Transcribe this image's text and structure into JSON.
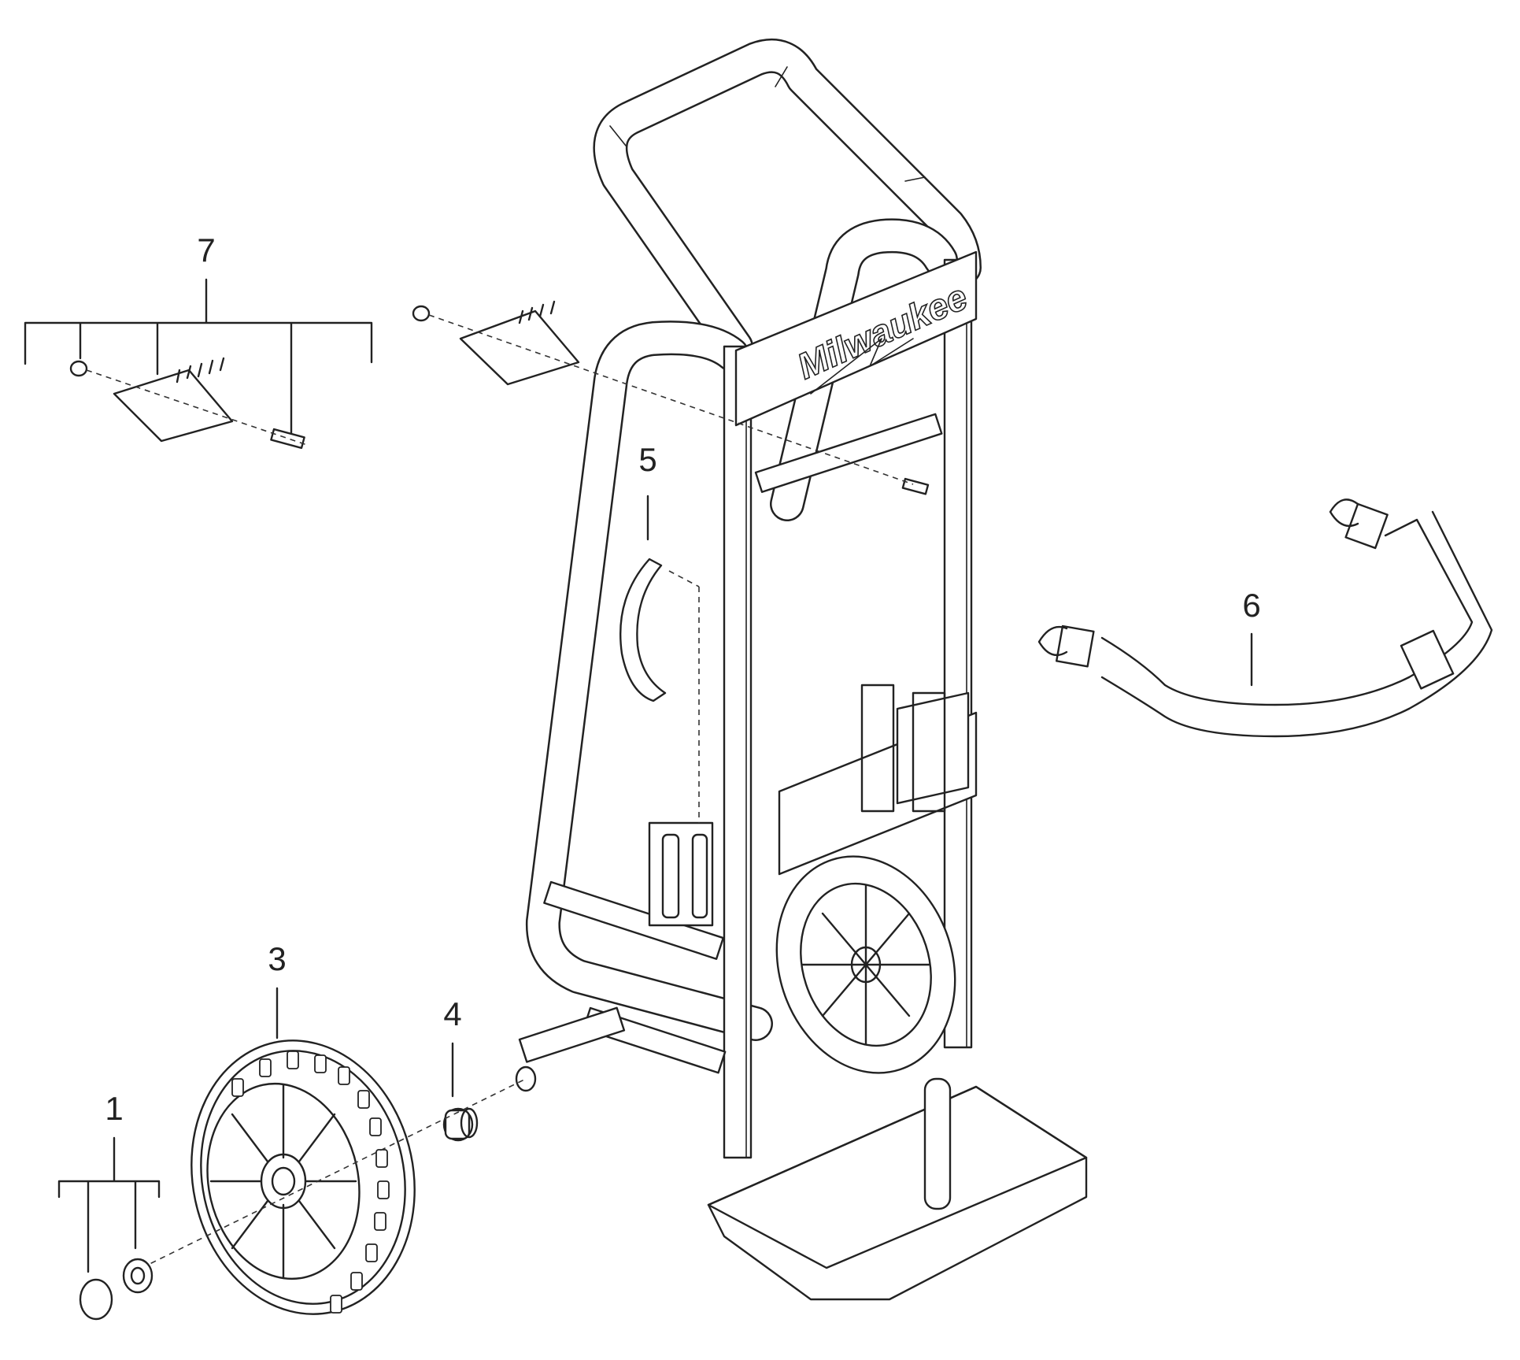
{
  "brand_logo": "Milwaukee",
  "callouts": [
    {
      "id": "1",
      "label": "1"
    },
    {
      "id": "3",
      "label": "3"
    },
    {
      "id": "4",
      "label": "4"
    },
    {
      "id": "5",
      "label": "5"
    },
    {
      "id": "6",
      "label": "6"
    },
    {
      "id": "7",
      "label": "7"
    }
  ],
  "parts": [
    {
      "callout": "1",
      "semantic": "wheel-retaining-ring-and-washer"
    },
    {
      "callout": "3",
      "semantic": "wheel"
    },
    {
      "callout": "4",
      "semantic": "axle-bushing"
    },
    {
      "callout": "5",
      "semantic": "hook-clip"
    },
    {
      "callout": "6",
      "semantic": "tie-down-strap"
    },
    {
      "callout": "7",
      "semantic": "latch-kit"
    }
  ]
}
